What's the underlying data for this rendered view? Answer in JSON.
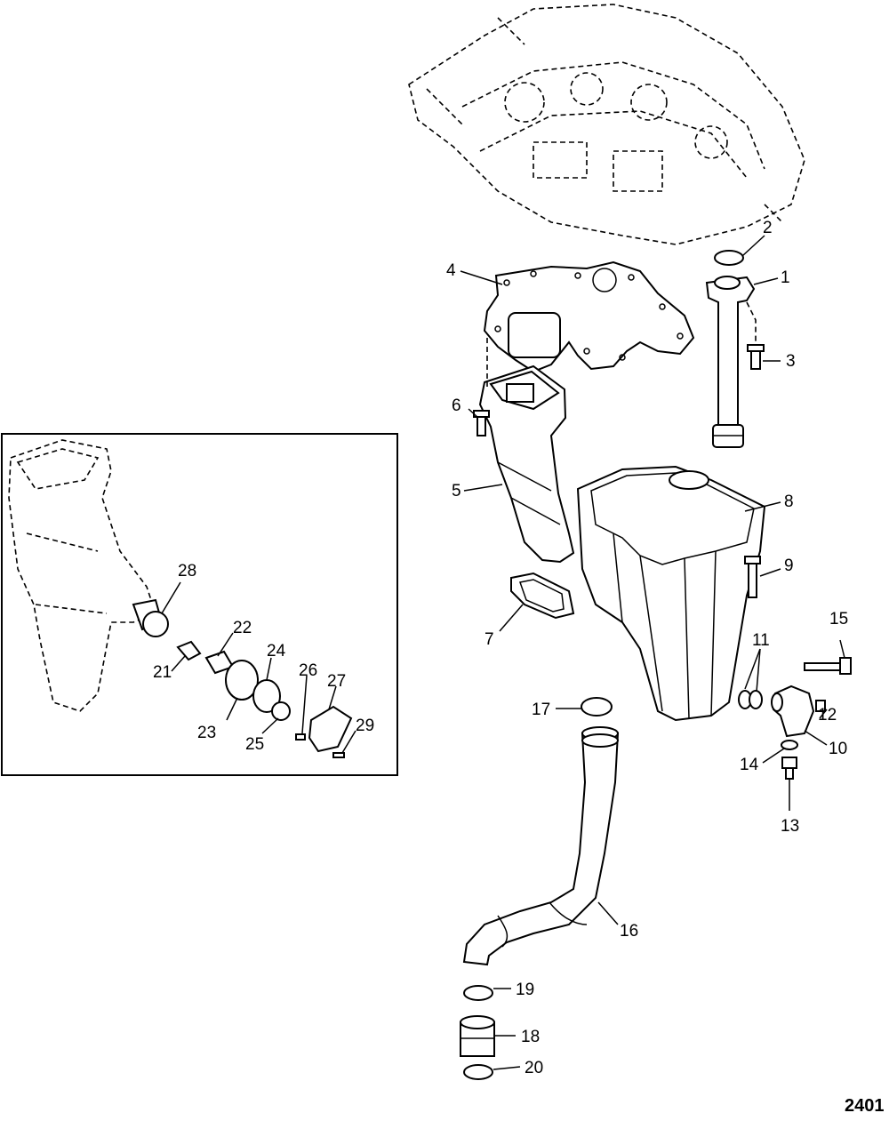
{
  "diagram": {
    "reference": "2401",
    "callouts": [
      {
        "id": "1",
        "text": "1"
      },
      {
        "id": "2",
        "text": "2"
      },
      {
        "id": "3",
        "text": "3"
      },
      {
        "id": "4",
        "text": "4"
      },
      {
        "id": "5",
        "text": "5"
      },
      {
        "id": "6",
        "text": "6"
      },
      {
        "id": "7",
        "text": "7"
      },
      {
        "id": "8",
        "text": "8"
      },
      {
        "id": "9",
        "text": "9"
      },
      {
        "id": "10",
        "text": "10"
      },
      {
        "id": "11",
        "text": "11"
      },
      {
        "id": "12",
        "text": "12"
      },
      {
        "id": "13",
        "text": "13"
      },
      {
        "id": "14",
        "text": "14"
      },
      {
        "id": "15",
        "text": "15"
      },
      {
        "id": "16",
        "text": "16"
      },
      {
        "id": "17",
        "text": "17"
      },
      {
        "id": "18",
        "text": "18"
      },
      {
        "id": "19",
        "text": "19"
      },
      {
        "id": "20",
        "text": "20"
      },
      {
        "id": "21",
        "text": "21"
      },
      {
        "id": "22",
        "text": "22"
      },
      {
        "id": "23",
        "text": "23"
      },
      {
        "id": "24",
        "text": "24"
      },
      {
        "id": "25",
        "text": "25"
      },
      {
        "id": "26",
        "text": "26"
      },
      {
        "id": "27",
        "text": "27"
      },
      {
        "id": "28",
        "text": "28"
      },
      {
        "id": "29",
        "text": "29"
      }
    ]
  }
}
